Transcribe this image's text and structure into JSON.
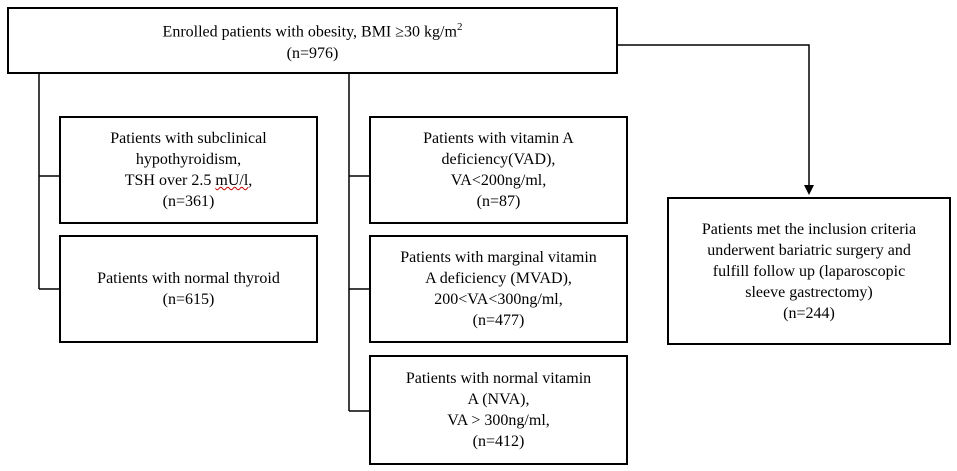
{
  "top": {
    "line1": "Enrolled patients with obesity, BMI ≥30 kg/m",
    "line1_sup": "2",
    "line2": "(n=976)"
  },
  "thyroid": {
    "subclinical": {
      "line1": "Patients with subclinical",
      "line2": "hypothyroidism,",
      "line3_prefix": "TSH over 2.5 ",
      "line3_unit": "mU/l",
      "line3_suffix": ",",
      "line4": "(n=361)"
    },
    "normal": {
      "line1": "Patients with normal thyroid",
      "line2": "(n=615)"
    }
  },
  "vitamin_a": {
    "vad": {
      "line1": "Patients with vitamin A",
      "line2": "deficiency(VAD),",
      "line3": "VA<200ng/ml,",
      "line4": "(n=87)"
    },
    "mvad": {
      "line1": "Patients with marginal vitamin",
      "line2": "A deficiency (MVAD),",
      "line3": "200<VA<300ng/ml,",
      "line4": "(n=477)"
    },
    "nva": {
      "line1": "Patients with normal vitamin",
      "line2": "A (NVA),",
      "line3": "VA > 300ng/ml,",
      "line4": "(n=412)"
    }
  },
  "surgery": {
    "line1": "Patients met the inclusion criteria",
    "line2": "underwent bariatric surgery and",
    "line3": "fulfill follow up (laparoscopic",
    "line4": "sleeve gastrectomy)",
    "line5": "(n=244)"
  },
  "colors": {
    "line": "#000000",
    "spellcheck_underline": "#c00000"
  }
}
